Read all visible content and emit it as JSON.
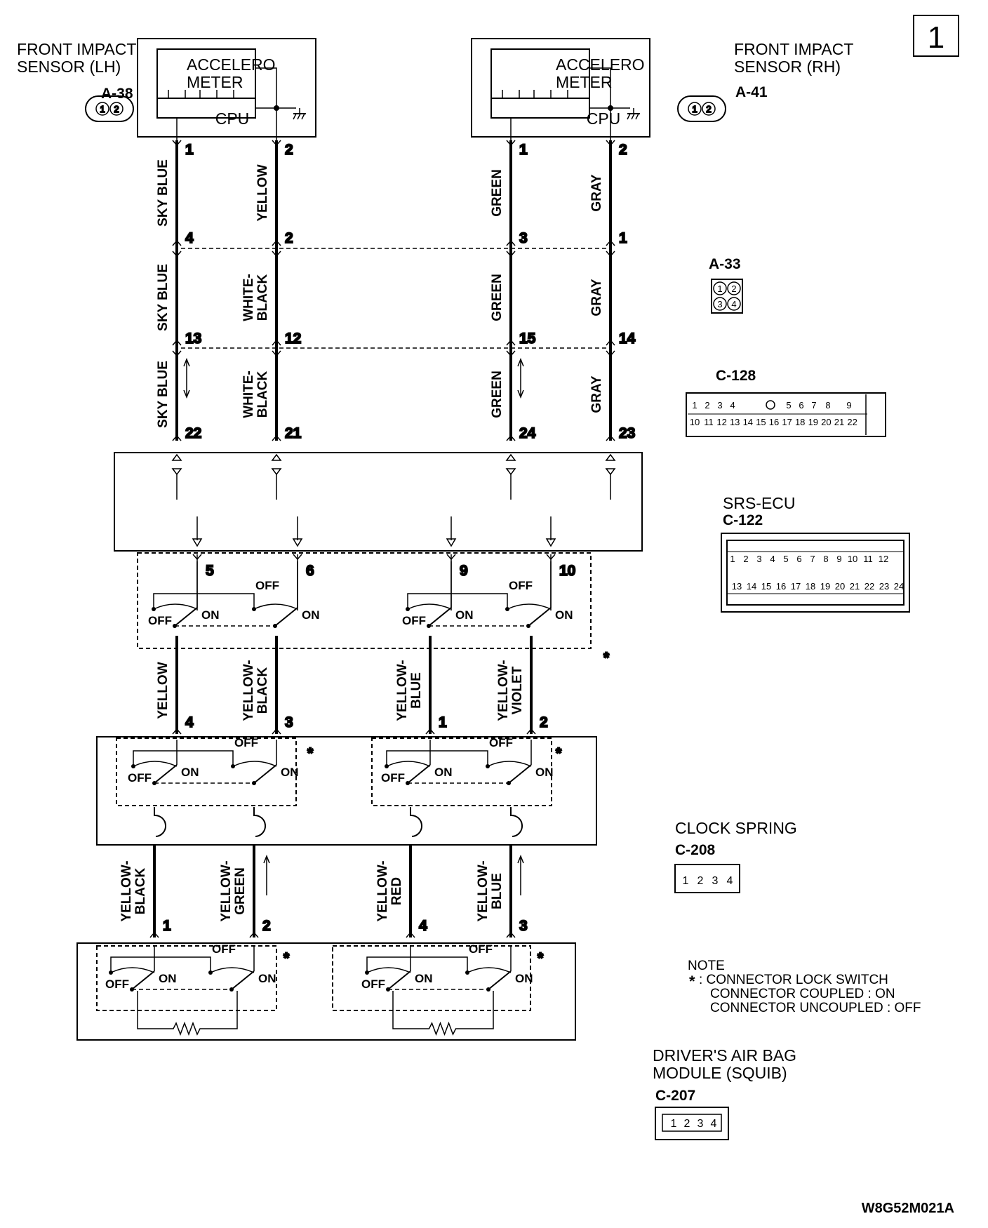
{
  "page_number": "1",
  "diagram_code": "W8G52M021A",
  "sensors": {
    "lh": {
      "title1": "FRONT IMPACT",
      "title2": "SENSOR (LH)",
      "connector": "A-38"
    },
    "rh": {
      "title1": "FRONT IMPACT",
      "title2": "SENSOR (RH)",
      "connector": "A-41"
    },
    "accel1": "ACCELERO",
    "accel2": "METER",
    "cpu": "CPU"
  },
  "connectors": {
    "a33": {
      "id": "A-33",
      "pins": [
        "1",
        "2",
        "3",
        "4"
      ]
    },
    "c128": {
      "id": "C-128",
      "row1": [
        "1",
        "2",
        "3",
        "4",
        "5",
        "6",
        "7",
        "8",
        "9"
      ],
      "row2": [
        "10",
        "11",
        "12",
        "13",
        "14",
        "15",
        "16",
        "17",
        "18",
        "19",
        "20",
        "21",
        "22"
      ]
    },
    "c122": {
      "title": "SRS-ECU",
      "id": "C-122",
      "row1": [
        "1",
        "2",
        "3",
        "4",
        "5",
        "6",
        "7",
        "8",
        "9",
        "10",
        "11",
        "12"
      ],
      "row2": [
        "13",
        "14",
        "15",
        "16",
        "17",
        "18",
        "19",
        "20",
        "21",
        "22",
        "23",
        "24"
      ]
    },
    "c208": {
      "title": "CLOCK SPRING",
      "id": "C-208",
      "pins": [
        "1",
        "2",
        "3",
        "4"
      ]
    },
    "c207": {
      "title1": "DRIVER'S AIR BAG",
      "title2": "MODULE (SQUIB)",
      "id": "C-207",
      "pins": [
        "1",
        "2",
        "3",
        "4"
      ]
    }
  },
  "pins": {
    "sensor": [
      "1",
      "2",
      "1",
      "2"
    ],
    "a33": [
      "4",
      "2",
      "3",
      "1"
    ],
    "c128": [
      "13",
      "12",
      "15",
      "14"
    ],
    "ecu_in": [
      "22",
      "21",
      "24",
      "23"
    ],
    "ecu_out": [
      "5",
      "6",
      "9",
      "10"
    ],
    "clock_in": [
      "4",
      "3",
      "1",
      "2"
    ],
    "squib": [
      "1",
      "2",
      "4",
      "3"
    ]
  },
  "wires": {
    "s1": [
      [
        "SKY BLUE"
      ],
      [
        "YELLOW"
      ],
      [
        "GREEN"
      ],
      [
        "GRAY"
      ]
    ],
    "s2": [
      [
        "SKY BLUE"
      ],
      [
        "WHITE-",
        "BLACK"
      ],
      [
        "GREEN"
      ],
      [
        "GRAY"
      ]
    ],
    "s3": [
      [
        "SKY BLUE"
      ],
      [
        "WHITE-",
        "BLACK"
      ],
      [
        "GREEN"
      ],
      [
        "GRAY"
      ]
    ],
    "s4": [
      [
        "YELLOW"
      ],
      [
        "YELLOW-",
        "BLACK"
      ],
      [
        "YELLOW-",
        "BLUE"
      ],
      [
        "YELLOW-",
        "VIOLET"
      ]
    ],
    "s5": [
      [
        "YELLOW-",
        "BLACK"
      ],
      [
        "YELLOW-",
        "GREEN"
      ],
      [
        "YELLOW-",
        "RED"
      ],
      [
        "YELLOW-",
        "BLUE"
      ]
    ]
  },
  "switch_labels": {
    "off": "OFF",
    "on": "ON",
    "star": "*"
  },
  "note": {
    "title": "NOTE",
    "star": "*",
    "line1": ": CONNECTOR LOCK SWITCH",
    "line2": "CONNECTOR COUPLED : ON",
    "line3": "CONNECTOR UNCOUPLED : OFF"
  }
}
